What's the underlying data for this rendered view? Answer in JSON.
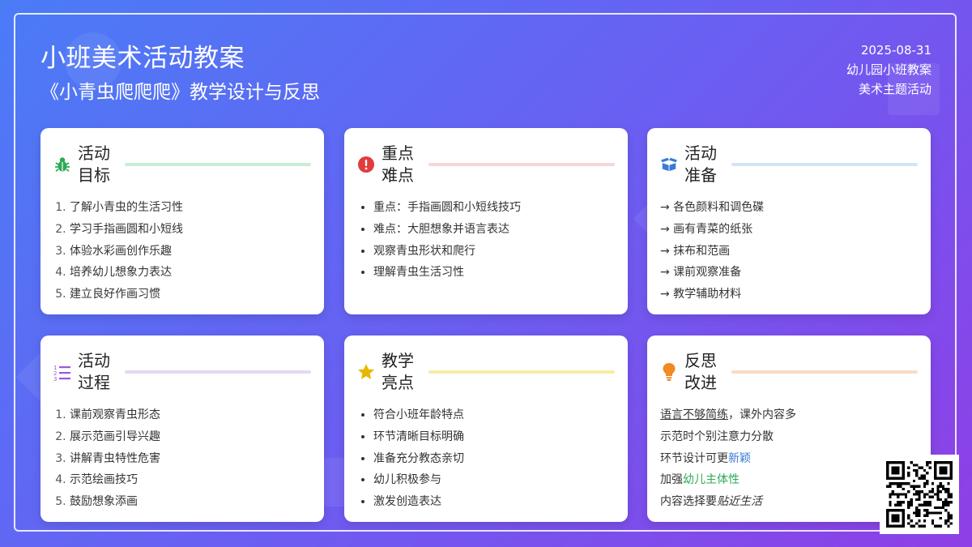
{
  "header": {
    "title": "小班美术活动教案",
    "subtitle": "《小青虫爬爬爬》教学设计与反思",
    "date": "2025-08-31",
    "meta_line1": "幼儿园小班教案",
    "meta_line2": "美术主题活动"
  },
  "cards": {
    "goals": {
      "title": "活动目标",
      "icon": "bug-icon",
      "color": "#2eaa55",
      "items": [
        "了解小青虫的生活习性",
        "学习手指画圆和小短线",
        "体验水彩画创作乐趣",
        "培养幼儿想象力表达",
        "建立良好作画习惯"
      ]
    },
    "focus": {
      "title": "重点难点",
      "icon": "exclamation-circle-icon",
      "color": "#e03c3c",
      "items": [
        "重点：手指画圆和小短线技巧",
        "难点：大胆想象并语言表达",
        "观察青虫形状和爬行",
        "理解青虫生活习性"
      ]
    },
    "prep": {
      "title": "活动准备",
      "icon": "box-open-icon",
      "color": "#3a7bd5",
      "items": [
        "→ 各色颜料和调色碟",
        "→ 画有青菜的纸张",
        "→ 抹布和范画",
        "→ 课前观察准备",
        "→ 教学辅助材料"
      ]
    },
    "process": {
      "title": "活动过程",
      "icon": "ordered-list-icon",
      "color": "#9b59d6",
      "items": [
        "课前观察青虫形态",
        "展示范画引导兴趣",
        "讲解青虫特性危害",
        "示范绘画技巧",
        "鼓励想象添画"
      ]
    },
    "highlights": {
      "title": "教学亮点",
      "icon": "star-icon",
      "color": "#e6b800",
      "items": [
        "符合小班年龄特点",
        "环节清晰目标明确",
        "准备充分教态亲切",
        "幼儿积极参与",
        "激发创造表达"
      ]
    },
    "reflect": {
      "title": "反思改进",
      "icon": "lightbulb-icon",
      "color": "#f08a24",
      "l1_u": "语言不够简练",
      "l1_rest": "，课外内容多",
      "l2": "示范时个别注意力分散",
      "l3_a": "环节设计可更",
      "l3_b": "新颖",
      "l4_a": "加强",
      "l4_b": "幼儿主体性",
      "l5_a": "内容选择要",
      "l5_b": "贴近生活"
    }
  }
}
